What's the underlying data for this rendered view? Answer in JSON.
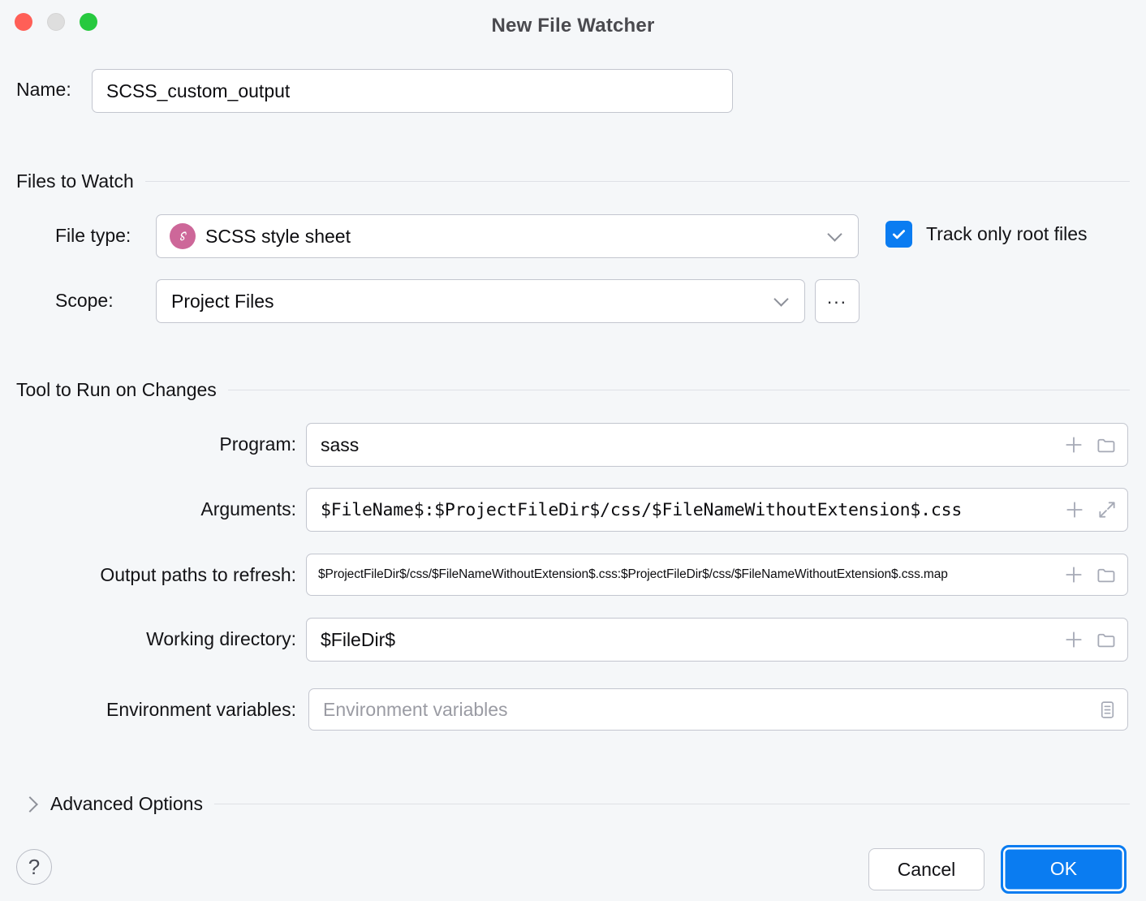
{
  "window": {
    "title": "New File Watcher",
    "traffic_lights": [
      "close-button",
      "minimize-button",
      "zoom-button"
    ]
  },
  "name_row": {
    "label": "Name:",
    "value": "SCSS_custom_output"
  },
  "files_to_watch": {
    "section_title": "Files to Watch",
    "file_type": {
      "label": "File type:",
      "value": "SCSS style sheet",
      "icon": "scss-icon",
      "icon_color": "#cd6799"
    },
    "scope": {
      "label": "Scope:",
      "value": "Project Files",
      "browse_label": "..."
    },
    "track_only_root_files": {
      "label": "Track only root files",
      "checked": true,
      "accent": "#0a7cf1"
    }
  },
  "tool_to_run": {
    "section_title": "Tool to Run on Changes",
    "rows": [
      {
        "label": "Program:",
        "value": "sass",
        "placeholder": "",
        "icons": [
          "plus-icon",
          "folder-icon"
        ]
      },
      {
        "label": "Arguments:",
        "value": "$FileName$:$ProjectFileDir$/css/$FileNameWithoutExtension$.css",
        "placeholder": "",
        "icons": [
          "plus-icon",
          "expand-icon"
        ]
      },
      {
        "label": "Output paths to refresh:",
        "value": "$ProjectFileDir$/css/$FileNameWithoutExtension$.css:$ProjectFileDir$/css/$FileNameWithoutExtension$.css.map",
        "placeholder": "",
        "icons": [
          "plus-icon",
          "folder-icon"
        ]
      },
      {
        "label": "Working directory:",
        "value": "$FileDir$",
        "placeholder": "",
        "icons": [
          "plus-icon",
          "folder-icon"
        ]
      },
      {
        "label": "Environment variables:",
        "value": "",
        "placeholder": "Environment variables",
        "icons": [
          "list-editor-icon"
        ]
      }
    ]
  },
  "advanced_options": {
    "label": "Advanced Options",
    "expanded": false,
    "chevron": "chevron-right-icon"
  },
  "footer": {
    "help_label": "?",
    "cancel_label": "Cancel",
    "ok_label": "OK",
    "ok_color": "#0a7cf1"
  }
}
